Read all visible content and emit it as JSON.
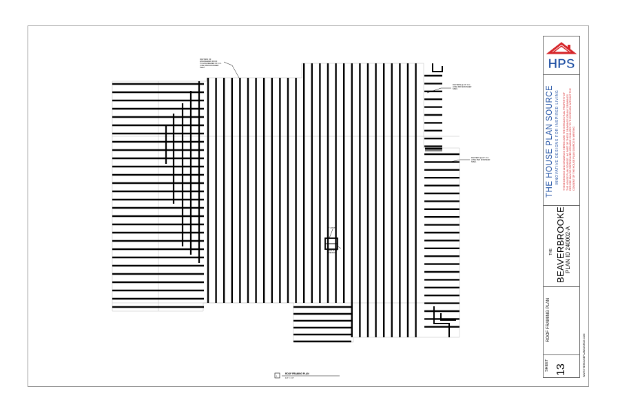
{
  "drawing": {
    "title": "ROOF FRAMING PLAN",
    "scale": "1/4\" = 1'-0\"",
    "detail_number": "1",
    "notes": {
      "left_top_lines": [
        "RAFTERS OF",
        "ENGINEERED ROOF",
        "TO ENGINEERED OF O.C.",
        "(USE) PER ENGINEER",
        "SPEC."
      ],
      "right_top_lines": [
        "RAFTERS @ 24\" O.C.",
        "(USE) PER ENGINEER",
        "SPEC."
      ],
      "right_mid_lines": [
        "RAFTERS @ 24\" O.C.",
        "(USE) PER ENGINEER",
        "SPEC."
      ],
      "attic_top": "2\" JOIST",
      "attic_bottom_lines": [
        "22x30 ATTIC",
        "OPENING"
      ]
    }
  },
  "title_block": {
    "logo_text": "HPS",
    "company": "THE HOUSE PLAN SOURCE",
    "tagline": "INNOVATIVE DESIGNS FOR INSPIRED LIVING",
    "copyright_note": "THESE DESIGNS AND DRAWINGS HEREIN ARE THE INTELLECTUAL PROPERTY OF THE HOUSE PLAN SOURCE. NO PART OF THESE DRAWINGS OR ANY DRAWINGS DERIVED MAY BE REPRODUCED OR MADE CHANGES TO THIS DESIGN WITHOUT THE CONSENT OF THE HOUSE PLAN SOURCE IN WRITING.",
    "plan_the": "THE",
    "plan_name": "BEAVERBROOKE",
    "plan_id": "PLAN ID  240002-A",
    "sheet_title": "ROOF FRAMING PLAN",
    "sheet_label": "SHEET",
    "sheet_number": "13",
    "website": "WWW.THEHOUSEPLANSOURCE.COM"
  },
  "colors": {
    "brand_blue": "#1e4fa3",
    "brand_red": "#d6262a"
  }
}
